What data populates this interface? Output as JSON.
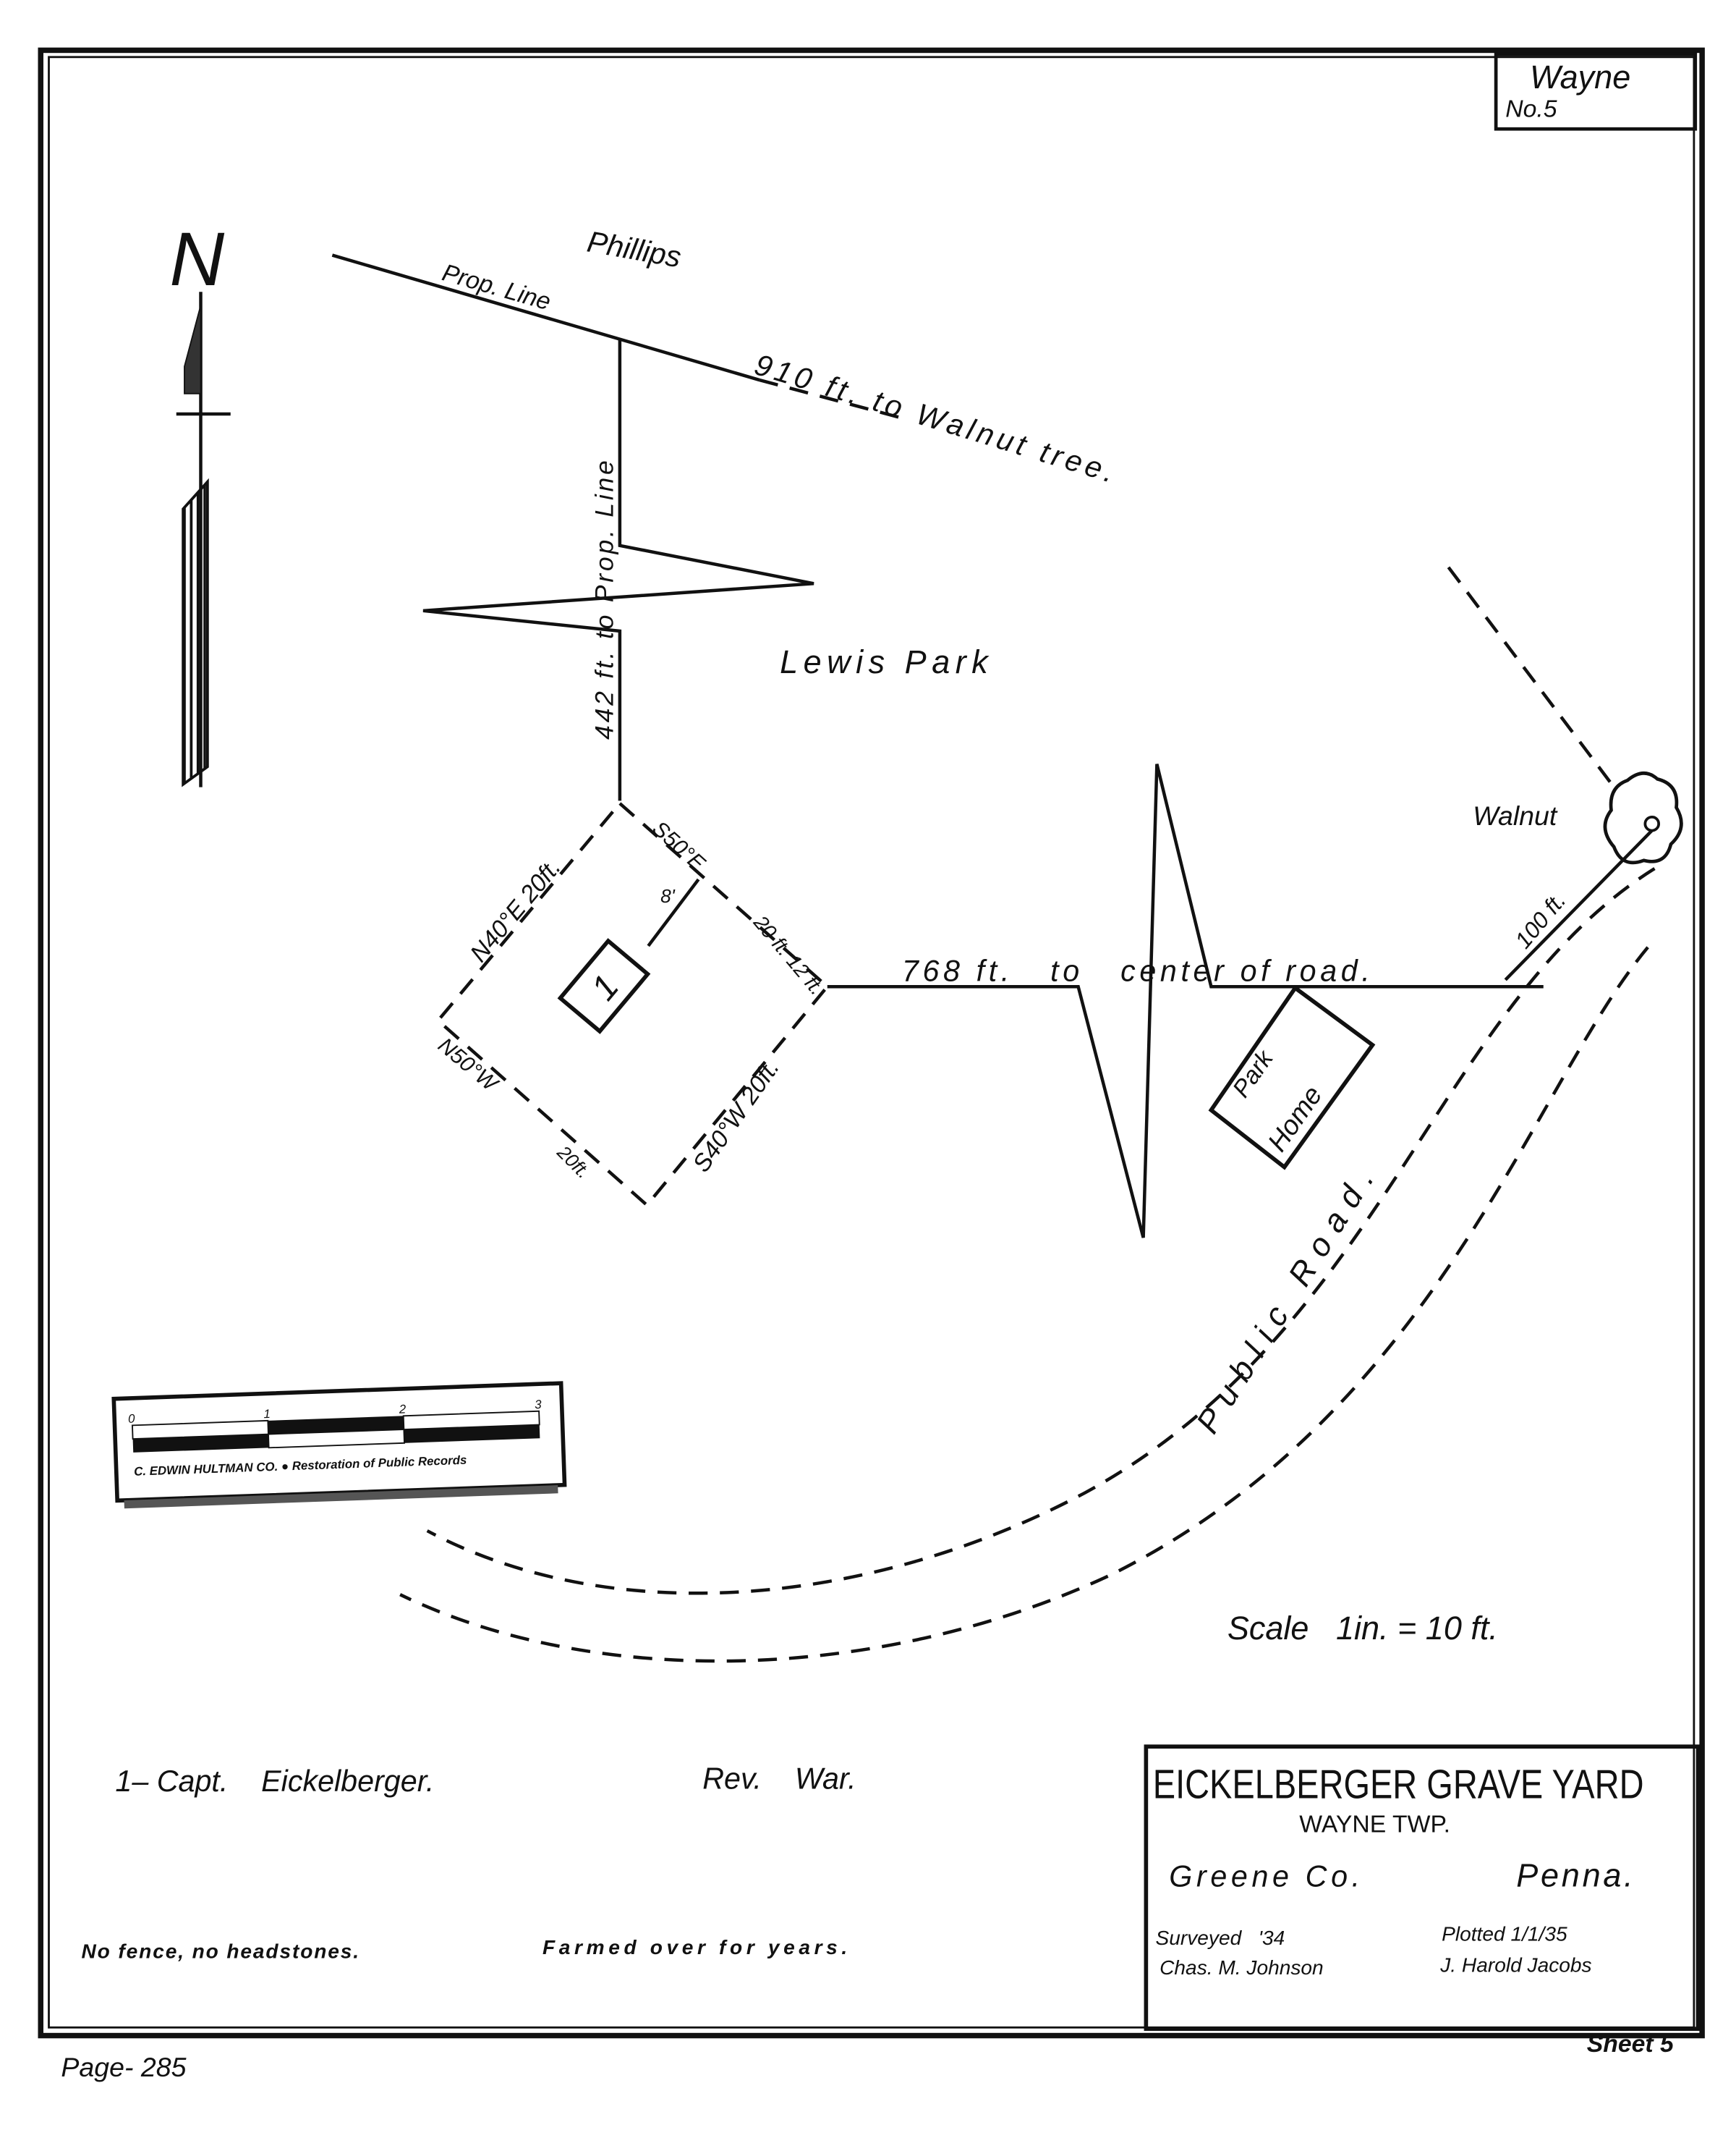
{
  "corner_box": {
    "line1": "Wayne",
    "line2": "No.5"
  },
  "north_label": "N",
  "labels": {
    "phillips": "Phillips",
    "prop_line": "Prop. Line",
    "to_walnut": "910 ft. to Walnut tree.",
    "vertical_distance": "442 ft. to Prop. Line",
    "lewis_park": "Lewis Park",
    "side_ne": "N40°E 20ft.",
    "side_se_top": "S50°E",
    "side_e": "20 ft. 12 ft.",
    "side_sw": "S40°W 20ft.",
    "side_nw": "N50°W",
    "side_bottom": "20ft.",
    "grave_number": "1",
    "offset": "8'",
    "to_road": "768 ft.   to   center of road.",
    "park_home_1": "Park",
    "park_home_2": "Home",
    "walnut": "Walnut",
    "walnut_distance": "100 ft.",
    "public_road": "Public Road.",
    "scale": "Scale   1in. = 10 ft."
  },
  "scale_bar": {
    "ticks": [
      "0",
      "1",
      "2",
      "3"
    ],
    "caption": "C. EDWIN HULTMAN CO.  ●  Restoration of Public Records"
  },
  "notes": {
    "burial": "1– Capt.    Eickelberger.",
    "war": "Rev.    War.",
    "fence": "No fence, no headstones.",
    "farmed": "Farmed over for years."
  },
  "title_block": {
    "title": "EICKELBERGER GRAVE YARD",
    "township": "WAYNE TWP.",
    "county": "Greene Co.",
    "state": "Penna.",
    "surveyed": "Surveyed   '34",
    "surveyor": "Chas. M. Johnson",
    "plotted": "Plotted 1/1/35",
    "plotter": "J. Harold Jacobs"
  },
  "page": "Page- 285",
  "sheet": "Sheet 5"
}
